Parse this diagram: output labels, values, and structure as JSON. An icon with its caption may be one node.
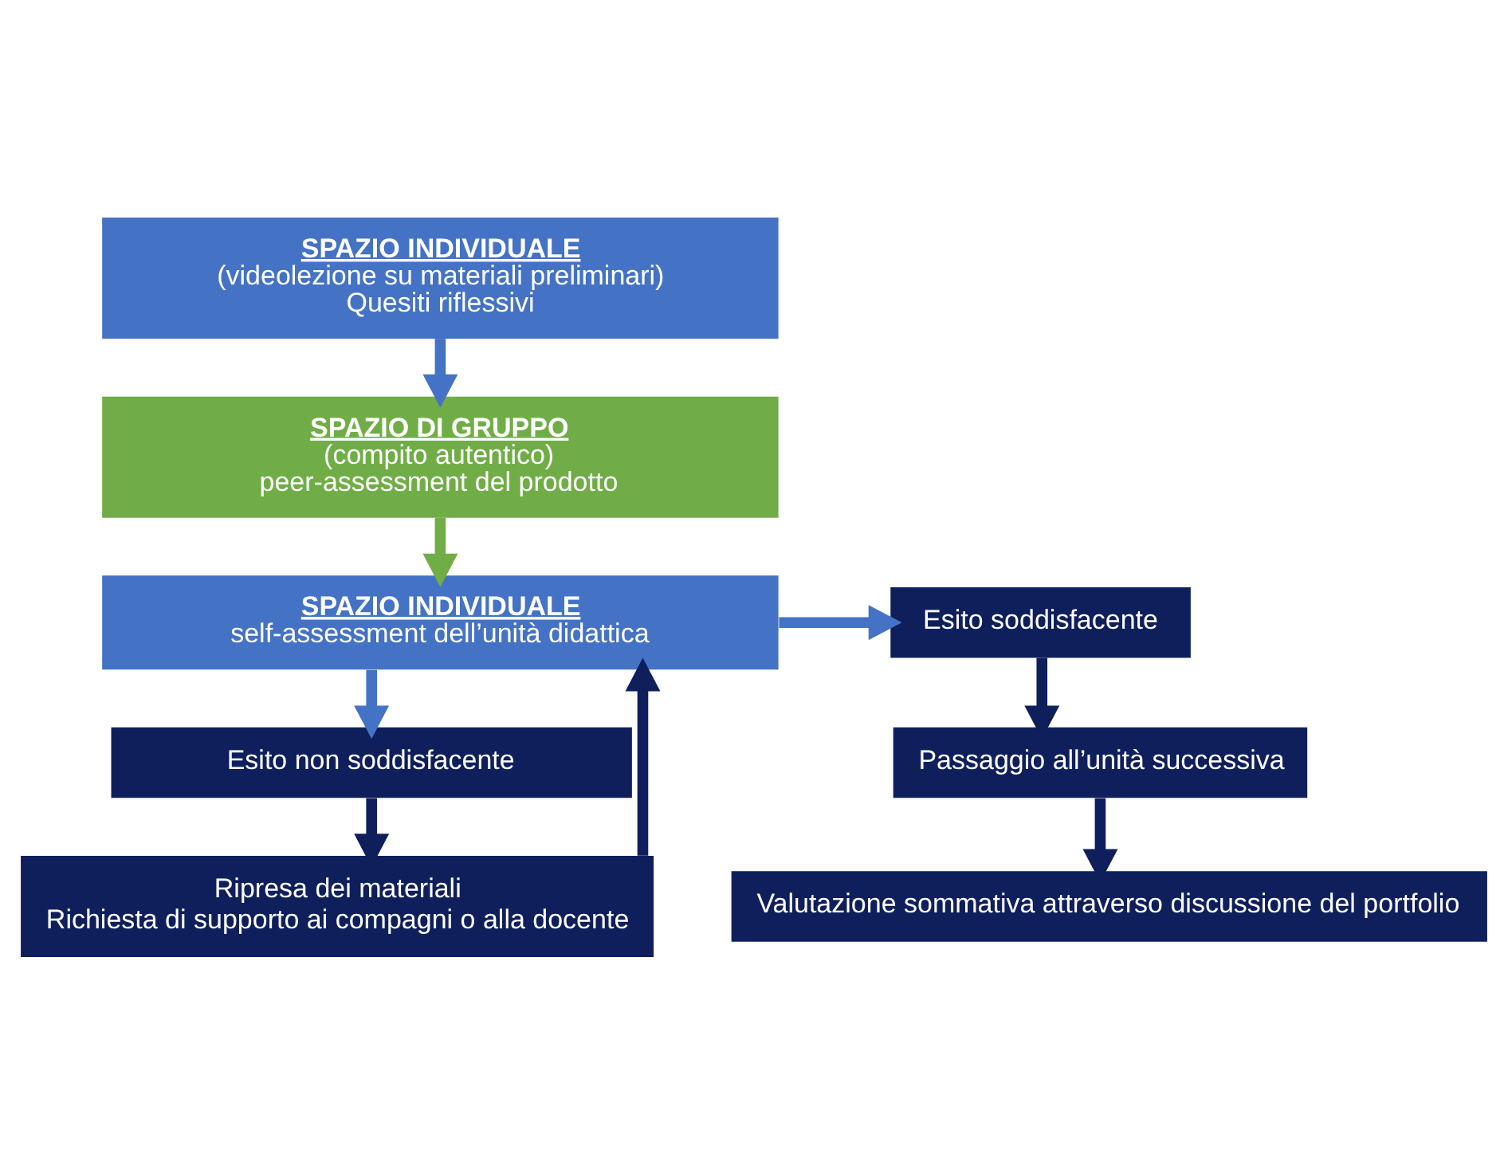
{
  "diagram": {
    "nodes": [
      {
        "text": [
          "SPAZIO INDIVIDUALE",
          "(videolezione su materiali preliminari)",
          "Quesiti riflessivi"
        ]
      },
      {
        "text": [
          "SPAZIO DI GRUPPO",
          "(compito autentico)",
          "peer-assessment del prodotto"
        ]
      },
      {
        "text": [
          "SPAZIO INDIVIDUALE",
          "self-assessment dell’unità didattica"
        ]
      },
      {
        "text": [
          "Esito soddisfacente"
        ]
      },
      {
        "text": [
          "Passaggio all’unità successiva"
        ]
      },
      {
        "text": [
          "Valutazione sommativa attraverso discussione del portfolio"
        ]
      },
      {
        "text": [
          "Esito non soddisfacente"
        ]
      },
      {
        "text": [
          "Ripresa dei materiali",
          "Richiesta di supporto ai compagni o alla docente"
        ]
      }
    ],
    "edges": [
      {
        "from": 0,
        "to": 1,
        "arrow": "to",
        "color": "#4472c4"
      },
      {
        "from": 1,
        "to": 2,
        "arrow": "to",
        "color": "#70ad47"
      },
      {
        "from": 2,
        "to": 3,
        "arrow": "to",
        "color": "#4472c4"
      },
      {
        "from": 3,
        "to": 4,
        "arrow": "to"
      },
      {
        "from": 4,
        "to": 5,
        "arrow": "to"
      },
      {
        "from": 2,
        "to": 6,
        "arrow": "to",
        "color": "#4472c4"
      },
      {
        "from": 6,
        "to": 7,
        "arrow": "to"
      },
      {
        "from": 7,
        "to": 2,
        "arrow": "to"
      }
    ]
  }
}
